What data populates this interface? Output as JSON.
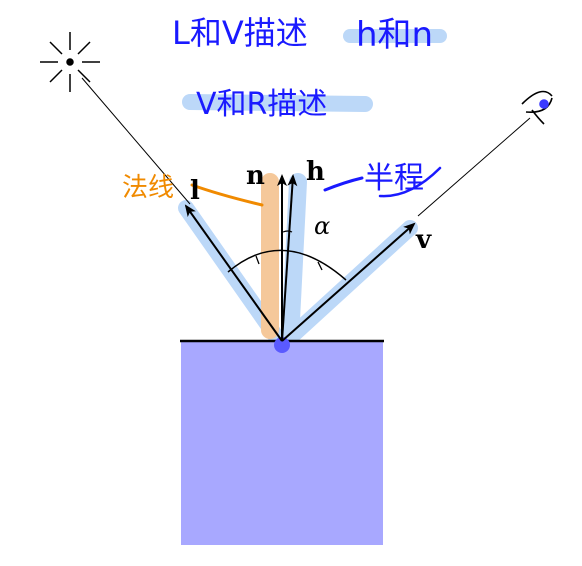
{
  "vectors": {
    "l": "l",
    "n": "n",
    "h": "h",
    "v": "v",
    "alpha": "α"
  },
  "annotations": {
    "top_line_1a": "L和V描述",
    "top_line_1b": "h和n",
    "top_line_2": "V和R描述",
    "normal_note": "法线",
    "half_vector_note": "半程"
  },
  "colors": {
    "surface": "#a8a8ff",
    "surface_edge": "#000000",
    "highlight_blue": "#bcd8f8",
    "highlight_orange": "#f5c89a",
    "ink_blue": "#1a1aff",
    "ink_orange": "#f08a00",
    "arrow": "#000000"
  },
  "icons": {
    "light_source": "sun-burst-icon",
    "viewer": "eye-icon"
  }
}
